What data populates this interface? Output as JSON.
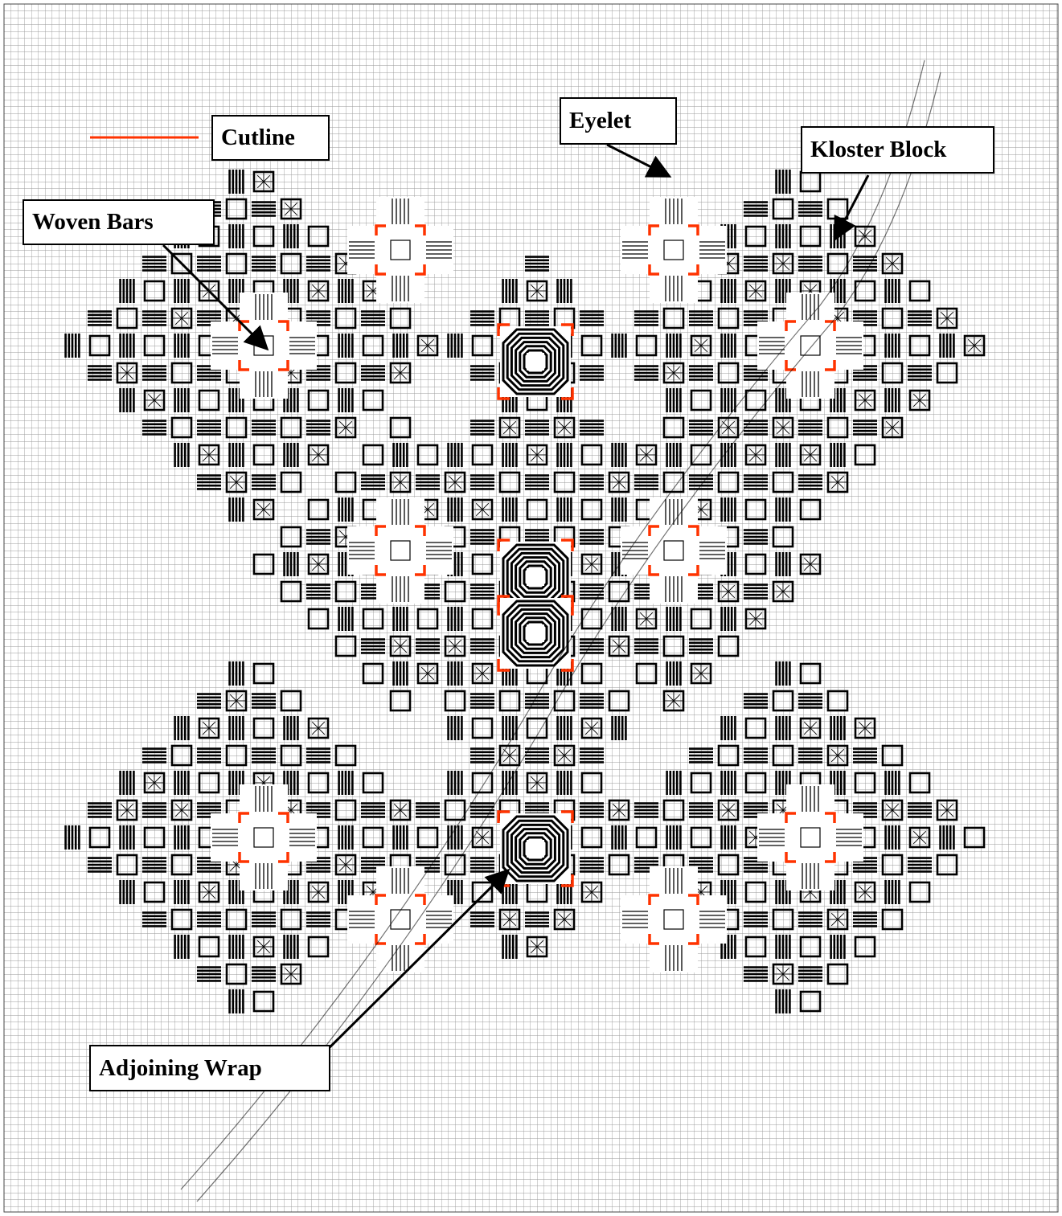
{
  "labels": {
    "cutline": "Cutline",
    "eyelet": "Eyelet",
    "kloster_block": "Kloster Block",
    "woven_bars": "Woven Bars",
    "adjoining_wrap": "Adjoining Wrap"
  },
  "colors": {
    "grid": "#9a9a9a",
    "stitch": "#000000",
    "cutline": "#ff3300",
    "background": "#ffffff",
    "watermark": "#000000"
  },
  "icons": [
    "arrow-icon",
    "cutline-legend-icon"
  ]
}
